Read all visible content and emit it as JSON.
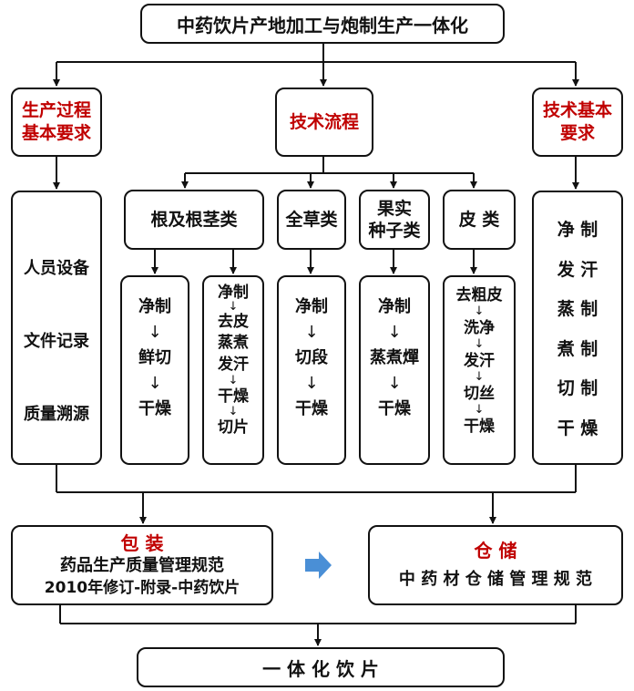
{
  "title": "中药饮片产地加工与炮制生产一体化",
  "left_header": [
    "生产过程",
    "基本要求"
  ],
  "center_header": "技术流程",
  "right_header": [
    "技术基本",
    "要求"
  ],
  "left_items": [
    "人员设备",
    "文件记录",
    "质量溯源"
  ],
  "right_items": [
    "净 制",
    "发 汗",
    "蒸 制",
    "煮 制",
    "切 制",
    "干 燥"
  ],
  "categories": [
    {
      "lines": [
        "根及根茎类"
      ]
    },
    {
      "lines": [
        "全草类"
      ]
    },
    {
      "lines": [
        "果实",
        "种子类"
      ]
    },
    {
      "lines": [
        "皮  类"
      ]
    }
  ],
  "arrow_glyph": "↓",
  "process_columns": [
    [
      "净制",
      "鲜切",
      "干燥"
    ],
    [
      "净制",
      "去皮",
      "蒸煮",
      "发汗",
      "干燥",
      "切片"
    ],
    [
      "净制",
      "切段",
      "干燥"
    ],
    [
      "净制",
      "蒸煮燀",
      "干燥"
    ],
    [
      "去粗皮",
      "洗净",
      "发汗",
      "切丝",
      "干燥"
    ]
  ],
  "packaging": {
    "title": "包  装",
    "lines": [
      "药品生产质量管理规范",
      "2010年修订-附录-中药饮片"
    ]
  },
  "storage": {
    "title": "仓  储",
    "text": "中 药 材 仓 储 管 理 规 范"
  },
  "final": "一  体  化  饮  片",
  "colors": {
    "accent_red": "#c00000",
    "arrow_blue": "#4a8fd6",
    "line": "#111111"
  }
}
